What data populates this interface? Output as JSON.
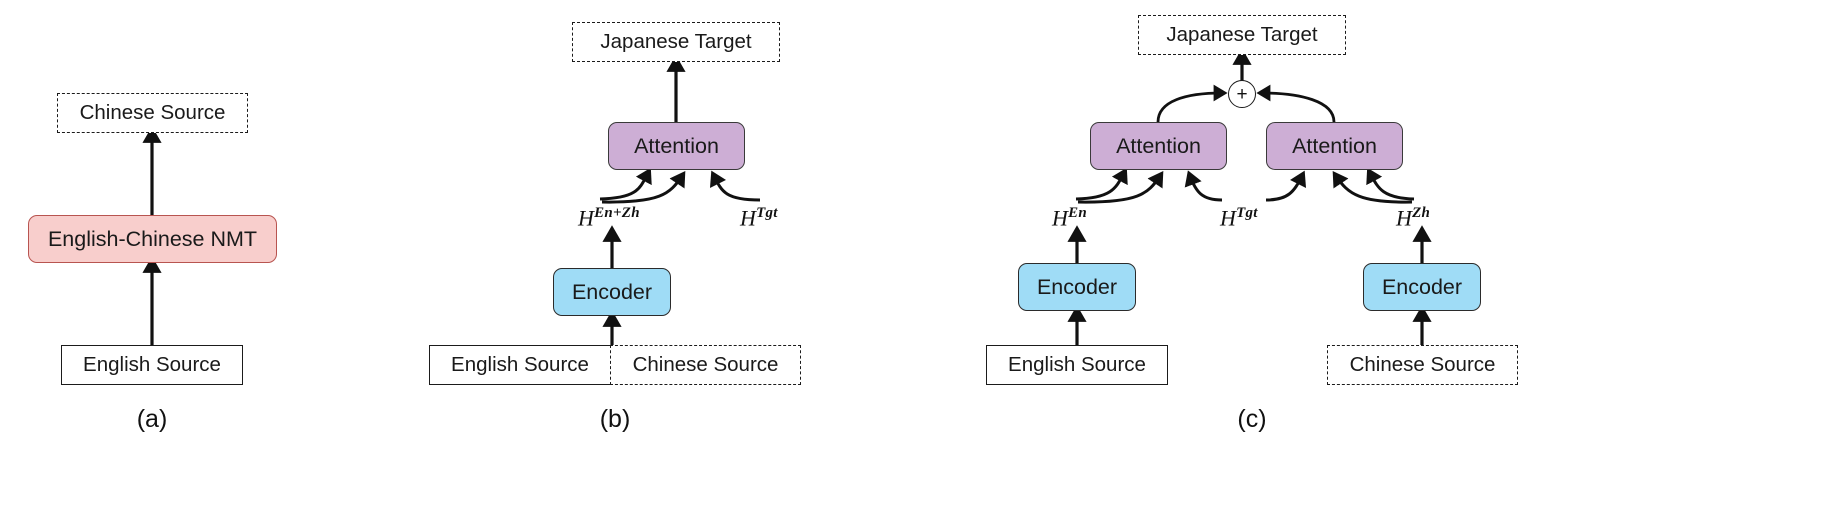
{
  "figure": {
    "background": "#ffffff",
    "stroke_color": "#1b1b1b",
    "colors": {
      "nmt_fill": "#f8cecc",
      "nmt_border": "#b85450",
      "attention_fill": "#cdaed5",
      "attention_border": "#3a3a3a",
      "encoder_fill": "#9fdcf6",
      "encoder_border": "#2b2b2b",
      "box_fill": "#ffffff"
    }
  },
  "panels": [
    {
      "caption": "(a)",
      "nodes": {
        "target": "Chinese Source",
        "model": "English-Chinese NMT",
        "source": "English Source"
      }
    },
    {
      "caption": "(b)",
      "nodes": {
        "target": "Japanese Target",
        "attention": "Attention",
        "encoder": "Encoder",
        "source_left": "English Source",
        "source_right": "Chinese Source"
      },
      "hidden_states": {
        "enc": "H",
        "enc_sup": "En+Zh",
        "tgt": "H",
        "tgt_sup": "Tgt"
      }
    },
    {
      "caption": "(c)",
      "nodes": {
        "target": "Japanese Target",
        "combine": "+",
        "attention_left": "Attention",
        "attention_right": "Attention",
        "encoder_left": "Encoder",
        "encoder_right": "Encoder",
        "source_left": "English Source",
        "source_right": "Chinese Source"
      },
      "hidden_states": {
        "en": "H",
        "en_sup": "En",
        "tgt": "H",
        "tgt_sup": "Tgt",
        "zh": "H",
        "zh_sup": "Zh"
      }
    }
  ]
}
